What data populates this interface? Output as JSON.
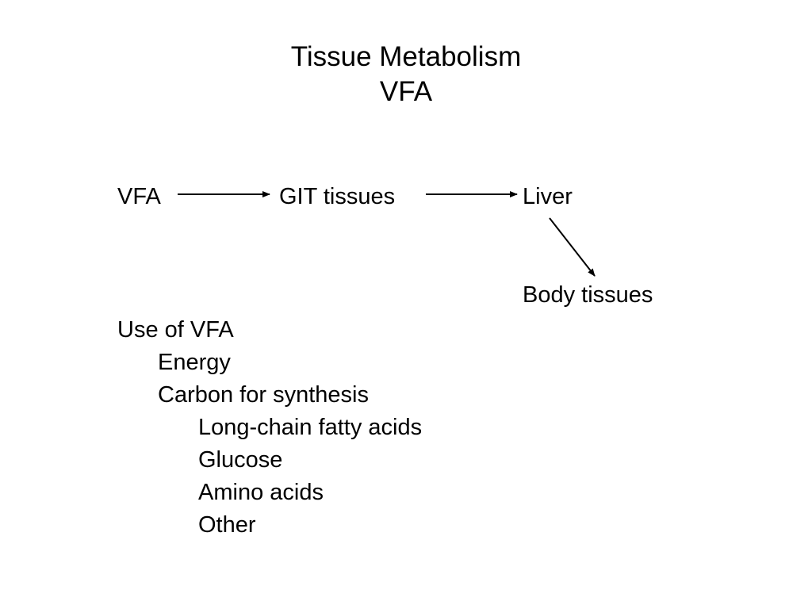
{
  "slide": {
    "title_line1": "Tissue Metabolism",
    "title_line2": "VFA"
  },
  "diagram": {
    "nodes": {
      "vfa": "VFA",
      "git": "GIT tissues",
      "liver": "Liver",
      "body": "Body tissues"
    },
    "edges": [
      {
        "from": "VFA",
        "to": "GIT tissues"
      },
      {
        "from": "GIT tissues",
        "to": "Liver"
      },
      {
        "from": "Liver",
        "to": "Body tissues"
      }
    ]
  },
  "uses": {
    "heading": "Use of VFA",
    "items": [
      {
        "label": "Energy"
      },
      {
        "label": "Carbon for synthesis",
        "subitems": [
          "Long-chain fatty acids",
          "Glucose",
          "Amino acids",
          "Other"
        ]
      }
    ]
  },
  "colors": {
    "text": "#000000",
    "background": "#ffffff"
  }
}
